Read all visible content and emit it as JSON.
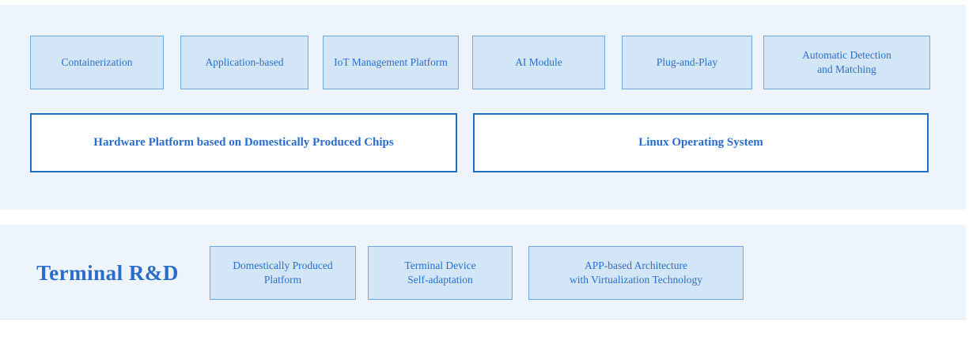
{
  "colors": {
    "section_background": "#edf4fc",
    "chip_fill": "#d3e6f8",
    "chip_border": "#6ea8dc",
    "panel_fill": "#ffffff",
    "panel_border": "#2071c5",
    "text_blue": "#2b6fc6",
    "heading_blue": "#2a6cc8"
  },
  "platform_section": {
    "feature_boxes": [
      {
        "label": "Containerization"
      },
      {
        "label": "Application-based"
      },
      {
        "label": "IoT Management Platform"
      },
      {
        "label": "AI Module"
      },
      {
        "label": "Plug-and-Play"
      },
      {
        "label": "Automatic Detection\nand Matching"
      }
    ],
    "base_boxes": [
      {
        "label": "Hardware Platform based on Domestically Produced Chips"
      },
      {
        "label": "Linux Operating System"
      }
    ]
  },
  "terminal_section": {
    "title": "Terminal R&D",
    "boxes": [
      {
        "label": "Domestically Produced\nPlatform"
      },
      {
        "label": "Terminal Device\nSelf-adaptation"
      },
      {
        "label": "APP-based Architecture\nwith Virtualization Technology"
      }
    ]
  }
}
